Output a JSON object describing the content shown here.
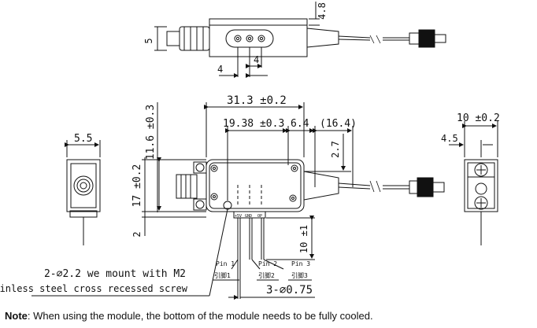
{
  "dimensions": {
    "top_height": "5",
    "top_depth": "4.8",
    "top_pitch_a": "4",
    "top_pitch_b": "4",
    "overall_length": "31.3 ±0.2",
    "hole_span": "19.38 ±0.3",
    "hole_to_end": "6.4",
    "fiber_ref": "(16.4)",
    "fiber_offset": "2.7",
    "body_height": "11.6 ±0.3",
    "mount_height": "17 ±0.2",
    "base_offset": "2",
    "left_width": "5.5",
    "right_width": "10 ±0.2",
    "right_offset": "4.5",
    "pin_length": "10 ±1",
    "pin_diameter": "3-∅0.75"
  },
  "pins": {
    "pin1": "Pin 1",
    "pin1_cn": "引脚1",
    "pin2": "Pin 2",
    "pin2_cn": "引脚2",
    "pin3": "Pin 3",
    "pin3_cn": "引脚3",
    "label_plus": "+5V",
    "label_gnd": "GND",
    "label_op": "OP"
  },
  "mount_note": {
    "line1": "2-∅2.2 we mount with M2",
    "line2": "Stainless steel cross recessed screw"
  },
  "note": {
    "label": "Note",
    "text": ": When using the module, the bottom of the module needs to be fully cooled."
  }
}
